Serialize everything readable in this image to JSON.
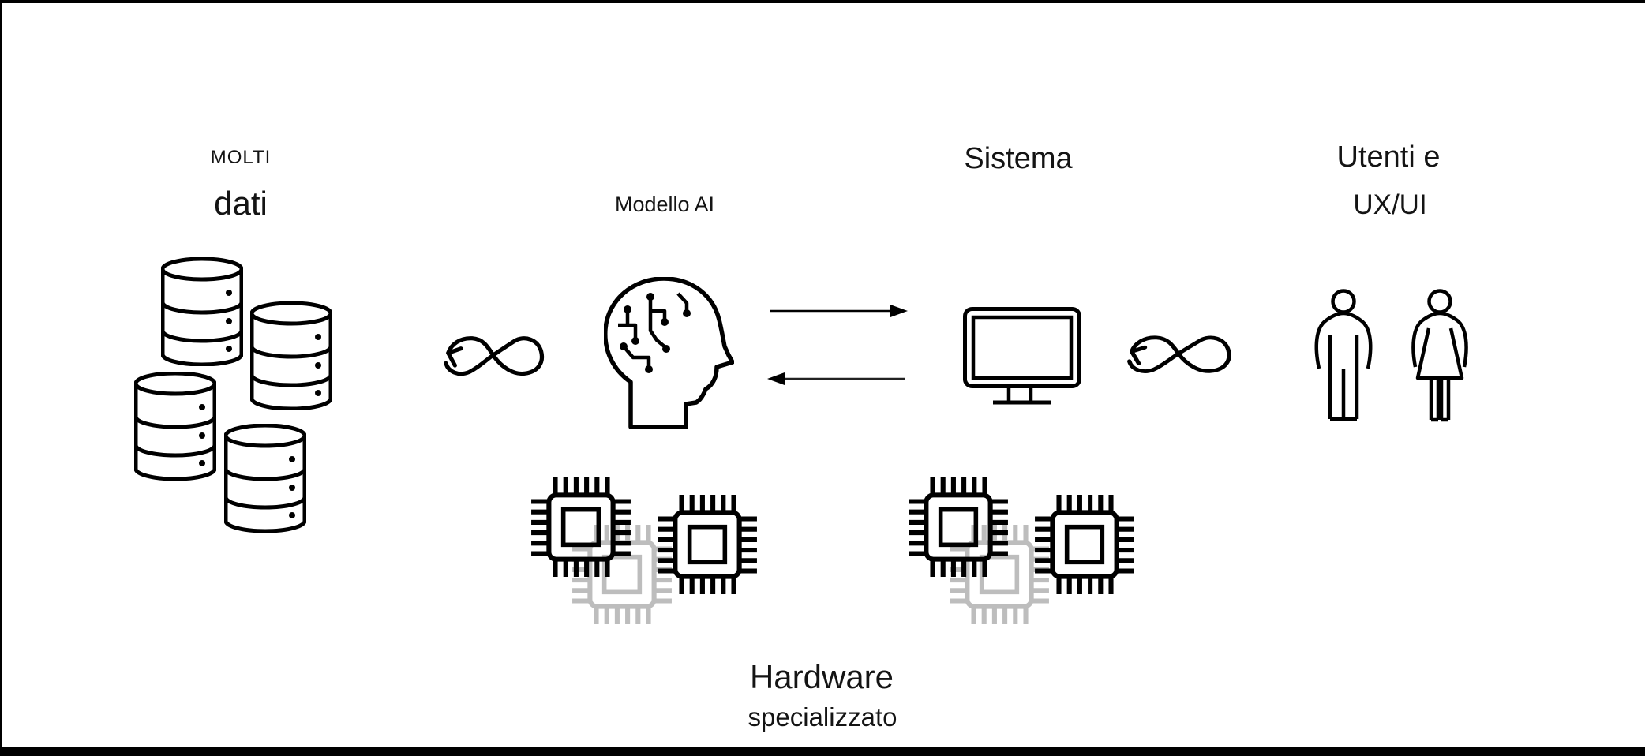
{
  "diagram": {
    "background": "#ffffff",
    "ink": "#000000",
    "ghost_chip_color": "#bdbdbd",
    "frame": {
      "top_border": true,
      "left_border": true,
      "bottom_bar": true,
      "right_border": false
    },
    "nodes": {
      "data": {
        "eyebrow": "MOLTI",
        "label": "dati",
        "icon": "database-cluster-icon",
        "database_count": 4
      },
      "ai_model": {
        "label": "Modello AI",
        "icon": "ai-head-circuit-icon"
      },
      "system": {
        "label": "Sistema",
        "icon": "monitor-icon"
      },
      "users": {
        "label_line1": "Utenti e",
        "label_line2": "UX/UI",
        "icons": [
          "man-icon",
          "woman-icon"
        ]
      },
      "hardware": {
        "label": "Hardware",
        "sublabel": "specializzato",
        "icon": "chip-cluster-icon",
        "clusters": 2,
        "solid_chips_per_cluster": 2,
        "ghost_chips_per_cluster": 1
      }
    },
    "connectors": [
      {
        "type": "infinity-loop-arrow-icon",
        "between": [
          "data",
          "ai_model"
        ]
      },
      {
        "type": "arrow-right-icon",
        "between": [
          "ai_model",
          "system"
        ]
      },
      {
        "type": "arrow-left-icon",
        "between": [
          "system",
          "ai_model"
        ]
      },
      {
        "type": "infinity-loop-arrow-icon",
        "between": [
          "system",
          "users"
        ]
      }
    ]
  }
}
